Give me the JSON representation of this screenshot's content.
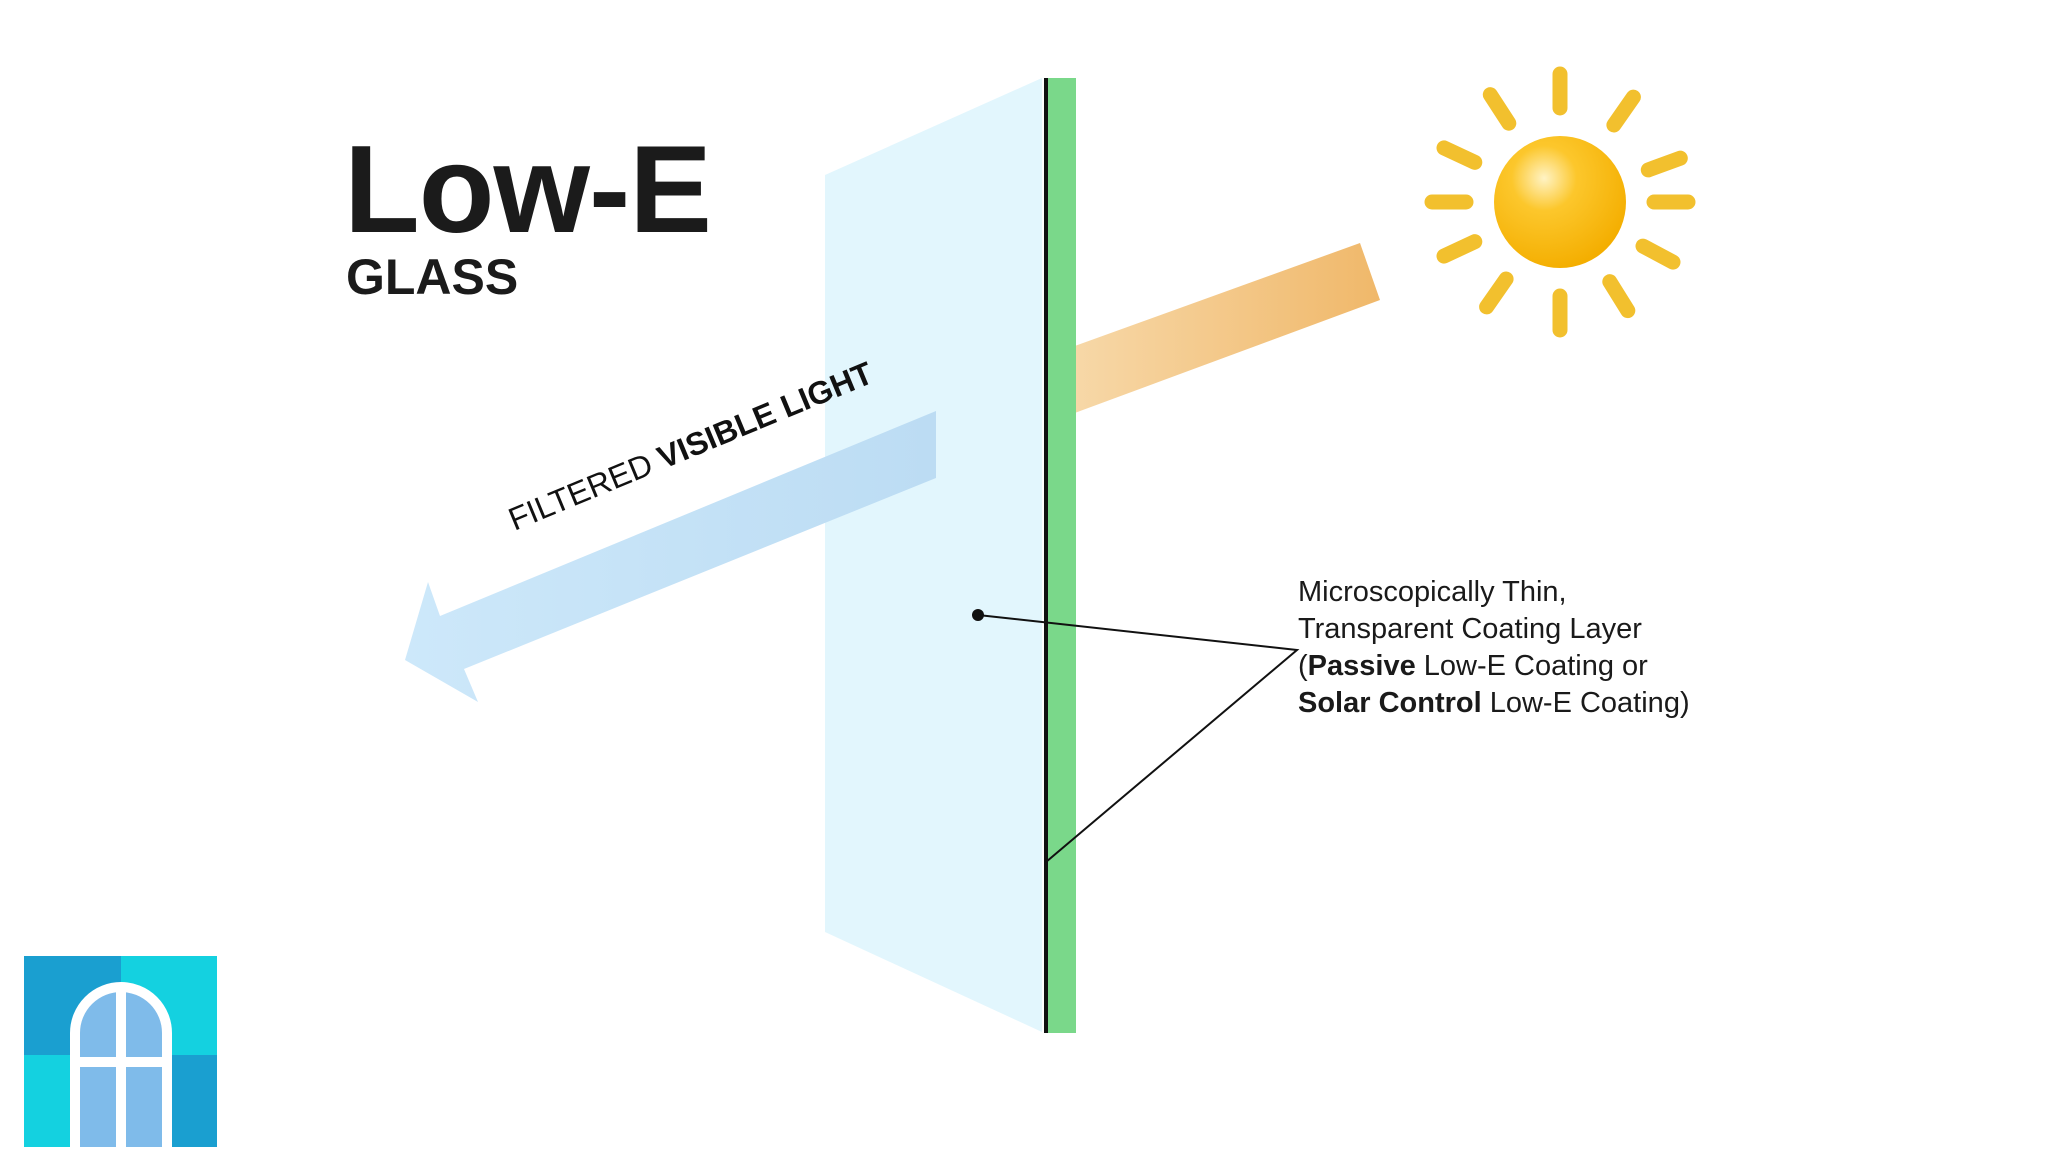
{
  "title": {
    "main": "Low-E",
    "sub": "GLASS"
  },
  "arrow_label": {
    "prefix": "FILTERED ",
    "emphasis": "VISIBLE LIGHT"
  },
  "callout": {
    "line1": "Microscopically Thin,",
    "line2": "Transparent Coating Layer",
    "line3_open": "(",
    "line3_bold": "Passive",
    "line3_rest": " Low-E Coating or",
    "line4_bold": "Solar Control",
    "line4_rest": " Low-E Coating)"
  },
  "colors": {
    "glass": "#e2f6fd",
    "coating": "#7ad88a",
    "glass_edge": "#111111",
    "sun": "#f7b500",
    "sun_ray": "#f2c02e",
    "incoming_beam": "#f0b86a",
    "filtered_arrow": "#cce6f8",
    "logo_blue": "#1a9fd0",
    "logo_cyan": "#14d1e0"
  },
  "icons": {
    "sun": "sun-icon",
    "logo": "window-logo-icon"
  }
}
